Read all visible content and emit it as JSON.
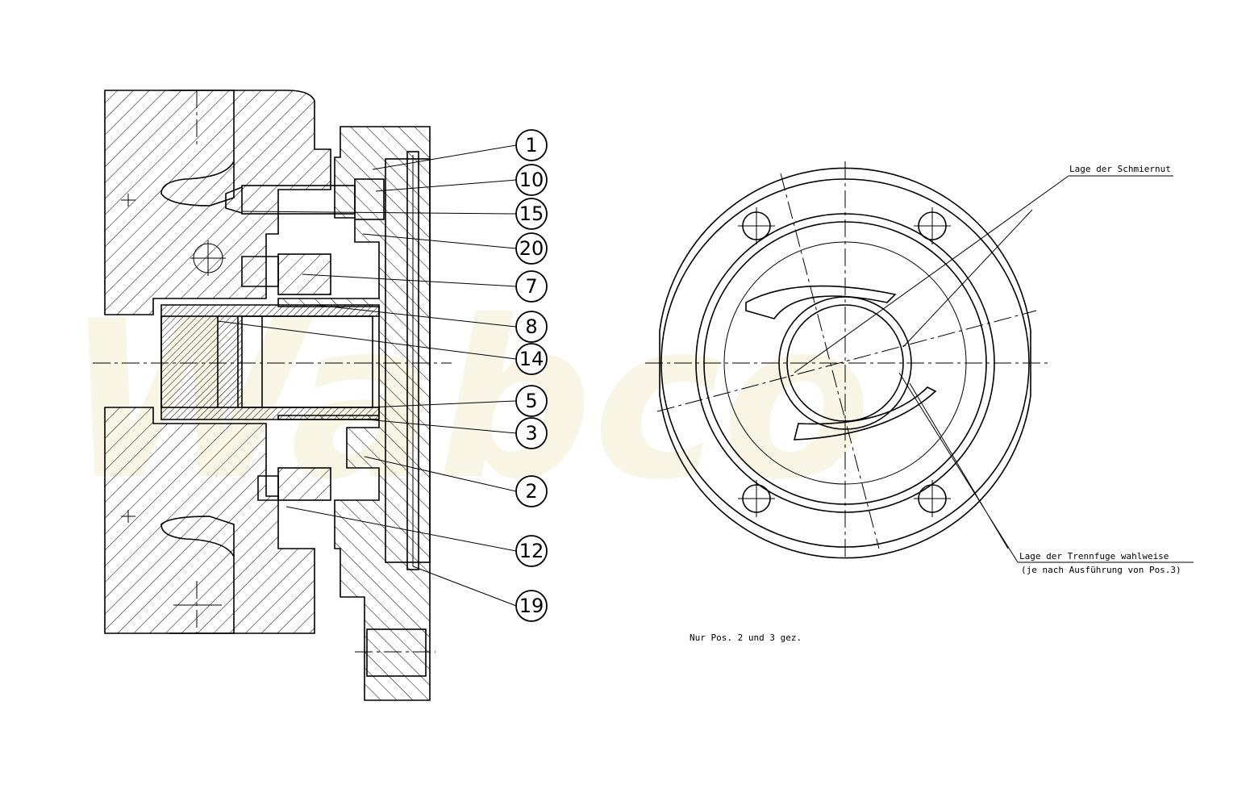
{
  "watermark": "Wabco",
  "balloons": [
    "1",
    "10",
    "15",
    "20",
    "7",
    "8",
    "14",
    "5",
    "3",
    "2",
    "12",
    "19"
  ],
  "notes": {
    "lubrication_groove": "Lage der Schmiernut",
    "joint_position": "Lage der Trennfuge wahlweise",
    "joint_position_sub": "(je nach Ausführung von Pos.3)",
    "only_pos": "Nur Pos. 2 und 3 gez."
  }
}
